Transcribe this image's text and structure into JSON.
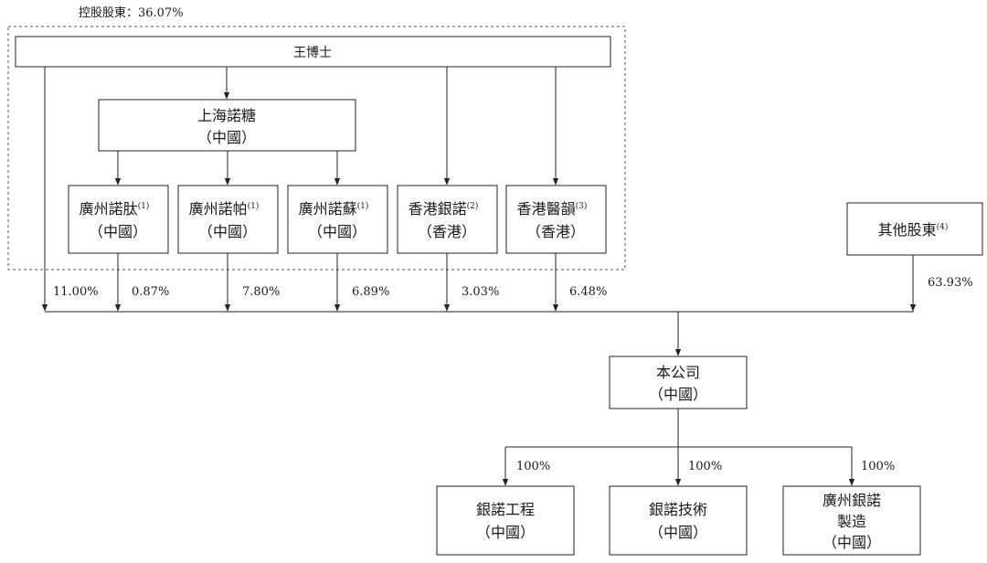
{
  "controlling_label": "控股股東：36.07%",
  "entities": {
    "dr_wang": {
      "name": "王博士"
    },
    "shanghai_nuotang": {
      "name": "上海諾糖",
      "region": "（中國）"
    },
    "gz_nuotai": {
      "name": "廣州諾肽",
      "note": "(1)",
      "region": "（中國）"
    },
    "gz_nuopa": {
      "name": "廣州諾帕",
      "note": "(1)",
      "region": "（中國）"
    },
    "gz_nuosu": {
      "name": "廣州諾蘇",
      "note": "(1)",
      "region": "（中國）"
    },
    "hk_yinnuo": {
      "name": "香港銀諾",
      "note": "(2)",
      "region": "（香港）"
    },
    "hk_yiyun": {
      "name": "香港醫韻",
      "note": "(3)",
      "region": "（香港）"
    },
    "other_shareholders": {
      "name": "其他股東",
      "note": "(4)"
    },
    "company": {
      "name": "本公司",
      "region": "（中國）"
    },
    "yinnuo_engineering": {
      "name": "銀諾工程",
      "region": "（中國）"
    },
    "yinnuo_technology": {
      "name": "銀諾技術",
      "region": "（中國）"
    },
    "gz_yinnuo_mfg": {
      "name_line1": "廣州銀諾",
      "name_line2": "製造",
      "region": "（中國）"
    }
  },
  "percentages": {
    "dr_wang": "11.00%",
    "gz_nuotai": "0.87%",
    "gz_nuopa": "7.80%",
    "gz_nuosu": "6.89%",
    "hk_yinnuo": "3.03%",
    "hk_yiyun": "6.48%",
    "other_shareholders": "63.93%",
    "sub_engineering": "100%",
    "sub_technology": "100%",
    "sub_mfg": "100%"
  }
}
